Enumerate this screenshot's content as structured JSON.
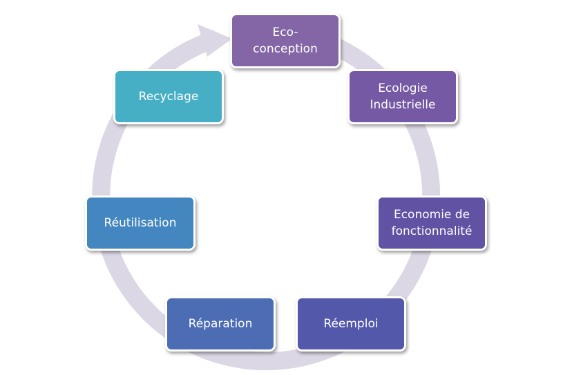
{
  "diagram": {
    "ring_color": "#dcd7e4",
    "nodes": [
      {
        "id": "eco",
        "label": "Eco-\nconception",
        "color": "#8466a6"
      },
      {
        "id": "ecologie",
        "label": "Ecologie\nIndustrielle",
        "color": "#7559a4"
      },
      {
        "id": "economie",
        "label": "Economie de\nfonctionnalité",
        "color": "#6252a4"
      },
      {
        "id": "reemploi",
        "label": "Réemploi",
        "color": "#5458ab"
      },
      {
        "id": "reparation",
        "label": "Réparation",
        "color": "#4c6db4"
      },
      {
        "id": "reutilisation",
        "label": "Réutilisation",
        "color": "#4486bf"
      },
      {
        "id": "recyclage",
        "label": "Recyclage",
        "color": "#46afc6"
      }
    ]
  }
}
